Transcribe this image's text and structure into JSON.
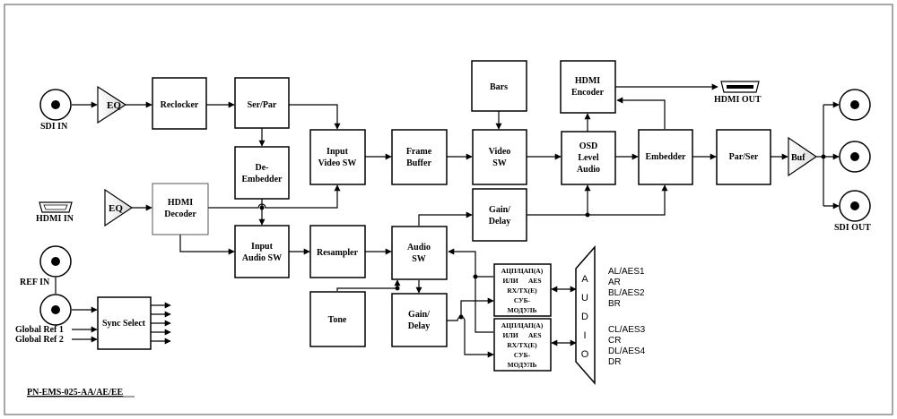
{
  "model": "PN-EMS-025-AA/AE/EE",
  "ports": {
    "sdi_in": "SDI IN",
    "hdmi_in": "HDMI IN",
    "ref_in": "REF IN",
    "global_ref_1": "Global Ref 1",
    "global_ref_2": "Global Ref 2",
    "hdmi_out": "HDMI OUT",
    "sdi_out": "SDI OUT"
  },
  "blocks": {
    "eq_sdi": "EQ",
    "eq_hdmi": "EQ",
    "reclocker": "Reclocker",
    "ser_par": "Ser/Par",
    "de_embedder": [
      "De-",
      "Embedder"
    ],
    "hdmi_decoder": [
      "HDMI",
      "Decoder"
    ],
    "input_video_sw": [
      "Input",
      "Video SW"
    ],
    "input_audio_sw": [
      "Input",
      "Audio SW"
    ],
    "frame_buffer": [
      "Frame",
      "Buffer"
    ],
    "resampler": "Resampler",
    "bars": "Bars",
    "video_sw": [
      "Video",
      "SW"
    ],
    "hdmi_encoder": [
      "HDMI",
      "Encoder"
    ],
    "osd": [
      "OSD",
      "Level",
      "Audio"
    ],
    "embedder": "Embedder",
    "par_ser": "Par/Ser",
    "buf": "Buf",
    "gain_delay_top": [
      "Gain/",
      "Delay"
    ],
    "audio_sw": [
      "Audio",
      "SW"
    ],
    "tone": "Tone",
    "gain_delay_bottom": [
      "Gain/",
      "Delay"
    ],
    "sync_select": "Sync Select",
    "codec_1": [
      "АЦП/ЦАП(А)",
      "ИЛИ      AES",
      "RX/TX(E)",
      "СУБ-",
      "МОДУЛЬ"
    ],
    "codec_2": [
      "АЦП/ЦАП(А)",
      "ИЛИ      AES",
      "RX/TX(E)",
      "СУБ-",
      "МОДУЛЬ"
    ],
    "audio_mux": [
      "A",
      "U",
      "D",
      "I",
      "O"
    ]
  },
  "audio_channels": {
    "group1": [
      "AL/AES1",
      "AR",
      "BL/AES2",
      "BR"
    ],
    "group2": [
      "CL/AES3",
      "CR",
      "DL/AES4",
      "DR"
    ]
  }
}
